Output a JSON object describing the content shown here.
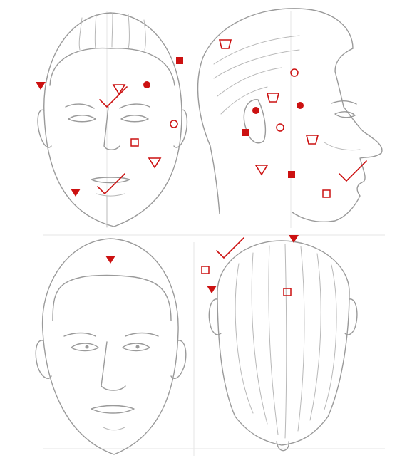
{
  "diagram": {
    "panels": [
      {
        "name": "front-face-with-hair-lines"
      },
      {
        "name": "side-profile-head"
      },
      {
        "name": "front-face-plain"
      },
      {
        "name": "top-of-head"
      }
    ],
    "marker_color": "#cc1111",
    "sketch_color": "#9a9a9a",
    "markers": [
      {
        "panel": "front-face-with-hair-lines",
        "shape": "filled-triangle-down"
      },
      {
        "panel": "front-face-with-hair-lines",
        "shape": "open-triangle-down"
      },
      {
        "panel": "front-face-with-hair-lines",
        "shape": "filled-circle"
      },
      {
        "panel": "front-face-with-hair-lines",
        "shape": "checkmark"
      },
      {
        "panel": "front-face-with-hair-lines",
        "shape": "filled-square"
      },
      {
        "panel": "front-face-with-hair-lines",
        "shape": "open-circle"
      },
      {
        "panel": "front-face-with-hair-lines",
        "shape": "open-square"
      },
      {
        "panel": "front-face-with-hair-lines",
        "shape": "open-triangle-down"
      },
      {
        "panel": "front-face-with-hair-lines",
        "shape": "checkmark"
      },
      {
        "panel": "front-face-with-hair-lines",
        "shape": "filled-triangle-down"
      },
      {
        "panel": "side-profile-head",
        "shape": "open-trapezoid"
      },
      {
        "panel": "side-profile-head",
        "shape": "open-circle"
      },
      {
        "panel": "side-profile-head",
        "shape": "open-trapezoid"
      },
      {
        "panel": "side-profile-head",
        "shape": "filled-circle"
      },
      {
        "panel": "side-profile-head",
        "shape": "filled-circle"
      },
      {
        "panel": "side-profile-head",
        "shape": "open-circle"
      },
      {
        "panel": "side-profile-head",
        "shape": "filled-square"
      },
      {
        "panel": "side-profile-head",
        "shape": "open-trapezoid"
      },
      {
        "panel": "side-profile-head",
        "shape": "open-triangle-down"
      },
      {
        "panel": "side-profile-head",
        "shape": "filled-square"
      },
      {
        "panel": "side-profile-head",
        "shape": "checkmark"
      },
      {
        "panel": "side-profile-head",
        "shape": "open-square"
      },
      {
        "panel": "front-face-plain",
        "shape": "filled-triangle-down"
      },
      {
        "panel": "top-of-head",
        "shape": "checkmark"
      },
      {
        "panel": "top-of-head",
        "shape": "filled-triangle-down"
      },
      {
        "panel": "top-of-head",
        "shape": "open-square"
      },
      {
        "panel": "top-of-head",
        "shape": "filled-triangle-down"
      },
      {
        "panel": "top-of-head",
        "shape": "open-square"
      }
    ]
  }
}
